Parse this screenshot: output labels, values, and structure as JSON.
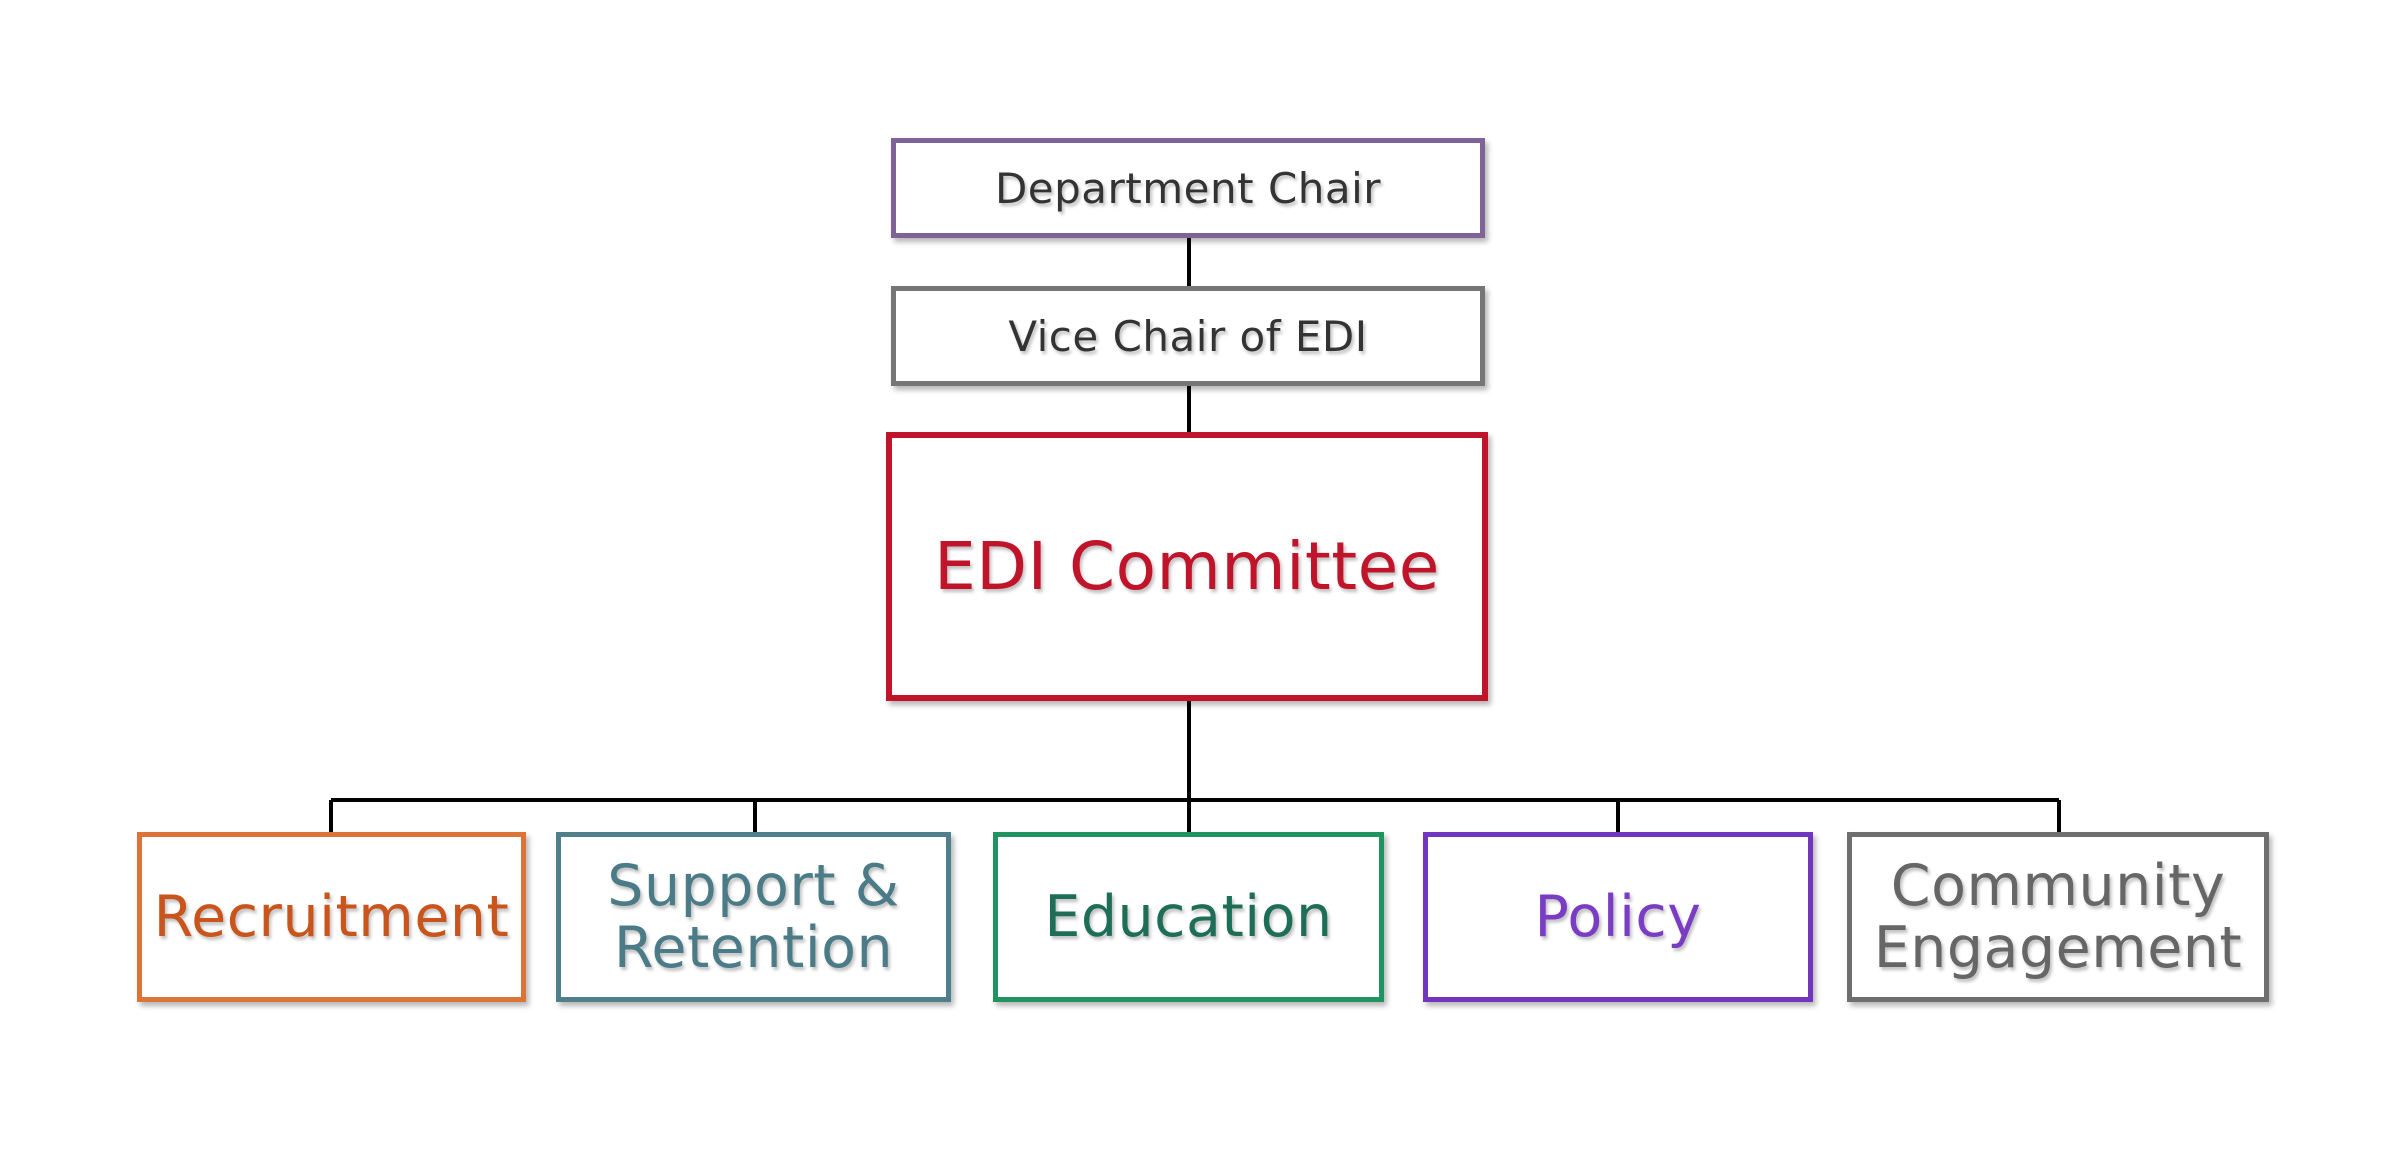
{
  "org_chart": {
    "top": {
      "label": "Department Chair",
      "color": "#7f6296"
    },
    "vice_chair": {
      "label": "Vice Chair of EDI",
      "color": "#767676"
    },
    "committee": {
      "label": "EDI Committee",
      "color": "#c0142a"
    },
    "subcommittees": [
      {
        "label_lines": [
          "Recruitment"
        ],
        "color": "#dd7437",
        "text_color": "#c9541c"
      },
      {
        "label_lines": [
          "Support &",
          "Retention"
        ],
        "color": "#4f7f8a",
        "text_color": "#4a7b86"
      },
      {
        "label_lines": [
          "Education"
        ],
        "color": "#1f9460",
        "text_color": "#1e6e57"
      },
      {
        "label_lines": [
          "Policy"
        ],
        "color": "#7334c0",
        "text_color": "#7b3cc4"
      },
      {
        "label_lines": [
          "Community",
          "Engagement"
        ],
        "color": "#6e6e6e",
        "text_color": "#666666"
      }
    ],
    "connector_color": "#000000"
  }
}
